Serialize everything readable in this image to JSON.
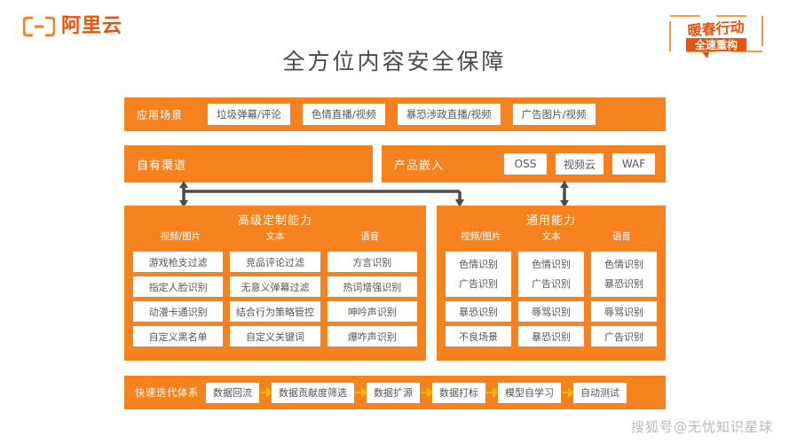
{
  "brand": {
    "logo_icon": "aliyun-bracket-icon",
    "name": "阿里云",
    "campaign_icon": "campaign-stamp-icon",
    "campaign_line1": "暖春行动",
    "campaign_line2": "全速重构"
  },
  "page": {
    "title": "全方位内容安全保障"
  },
  "colors": {
    "orange": "#F5821F",
    "brand_orange": "#E8530E",
    "connector_gray": "#4a4a4a",
    "arrow_gold": "#F5B700",
    "white": "#ffffff",
    "text_gray": "#555555",
    "watermark_gray": "#b9b9b9"
  },
  "scenarios": {
    "label": "应用场景",
    "items": [
      "垃圾弹幕/评论",
      "色情直播/视频",
      "暴恐涉政直播/视频",
      "广告图片/视频"
    ]
  },
  "channels": {
    "own": {
      "label": "自有渠道"
    },
    "embed": {
      "label": "产品嵌入",
      "products": [
        "OSS",
        "视频云",
        "WAF"
      ]
    }
  },
  "custom_panel": {
    "title": "高级定制能力",
    "columns": [
      {
        "header": "视频/图片",
        "items": [
          "游戏枪支过滤",
          "指定人脸识别",
          "动漫卡通识别",
          "自定义黑名单"
        ]
      },
      {
        "header": "文本",
        "items": [
          "竞品评论过滤",
          "无意义弹幕过滤",
          "结合行为策略管控",
          "自定义关键词"
        ]
      },
      {
        "header": "语音",
        "items": [
          "方言识别",
          "热词增强识别",
          "呻吟声识别",
          "爆咋声识别"
        ]
      }
    ]
  },
  "general_panel": {
    "title": "通用能力",
    "columns": [
      {
        "header": "视频/图片",
        "merged": [
          "色情识别",
          "广告识别"
        ],
        "items": [
          "暴恐识别",
          "不良场景"
        ]
      },
      {
        "header": "文本",
        "merged": [
          "色情识别",
          "广告识别"
        ],
        "items": [
          "辱骂识别",
          "暴恐识别"
        ]
      },
      {
        "header": "语音",
        "merged": [
          "色情识别",
          "暴恐识别"
        ],
        "items": [
          "辱骂识别",
          "广告识别"
        ]
      }
    ]
  },
  "pipeline": {
    "label": "快速迭代体系",
    "steps": [
      "数据回流",
      "数据贡献度筛选",
      "数据扩源",
      "数据打标",
      "模型自学习",
      "自动测试"
    ]
  },
  "watermark": {
    "text": "搜狐号@无忧知识星球"
  }
}
